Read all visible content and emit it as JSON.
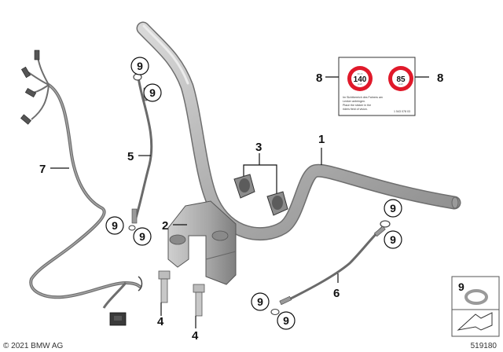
{
  "callouts": {
    "c1": "1",
    "c2": "2",
    "c3": "3",
    "c4a": "4",
    "c4b": "4",
    "c5": "5",
    "c6": "6",
    "c7": "7",
    "c8a": "8",
    "c8b": "8"
  },
  "badges": {
    "b1": "9",
    "b2": "9",
    "b3": "9",
    "b4": "9",
    "b5": "9",
    "b6": "9",
    "b7": "9",
    "b8": "9"
  },
  "sticker": {
    "limit_left": "140",
    "limit_right": "85",
    "unit_left": "km/h",
    "unit_right": "km/h",
    "sub_left": "60 / 5",
    "sub_right": "",
    "instruction_lines": [
      "Im Sichtbereich des Fahrers am",
      "Lenker anbringen.",
      "Place the sticker in the",
      "riders field of vision."
    ],
    "part_number": "1 543 078 03"
  },
  "legend": {
    "number": "9"
  },
  "footer": {
    "copyright": "© 2021 BMW AG",
    "diagram_id": "519180"
  },
  "colors": {
    "steel": "#b8b8b8",
    "steel_dark": "#8a8a8a",
    "harness": "#777777",
    "sign_red": "#e0192a",
    "outline": "#222222"
  }
}
